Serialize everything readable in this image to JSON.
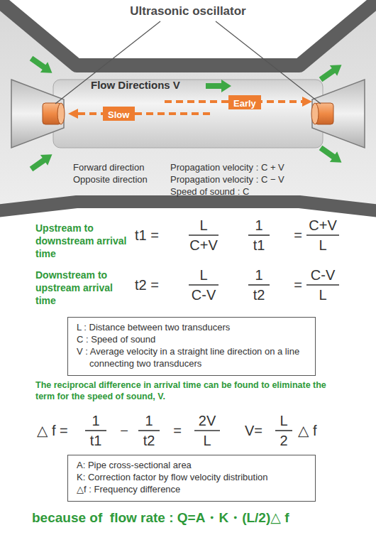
{
  "diagram": {
    "nodes": [
      {
        "text": [
          "Slow"
        ]
      },
      {
        "text": [
          "Early"
        ]
      },
      {
        "text": [
          "L : Distance between two transducers",
          "C : Speed of sound",
          "V : Average velocity in a straight line direction on a line connecting two transducers"
        ]
      },
      {
        "text": [
          "A: Pipe cross-sectional area",
          "K: Correction factor by flow velocity distribution",
          "△f : Frequency difference"
        ]
      }
    ],
    "labels": [
      "Ultrasonic oscillator",
      "Flow Directions V",
      "Forward direction",
      "Propagation velocity : C + V",
      "Opposite direction",
      "Propagation velocity : C − V",
      "Speed of sound : C",
      "Upstream to downstream arrival time",
      "t1 =",
      "L",
      "C+V",
      "1",
      "t1",
      "=",
      "C+V",
      "L",
      "Downstream to upstream arrival time",
      "t2 =",
      "L",
      "C-V",
      "1",
      "t2",
      "=",
      "C-V",
      "L",
      "The reciprocal difference in arrival time can be found to eliminate the term for the speed of sound, V.",
      "△ f =",
      "1",
      "t1",
      "−",
      "1",
      "t2",
      "=",
      "2V",
      "L",
      "V=",
      "L",
      "2",
      "△ f",
      "because of  flow rate : Q=A・K・(L/2)△ f"
    ]
  }
}
